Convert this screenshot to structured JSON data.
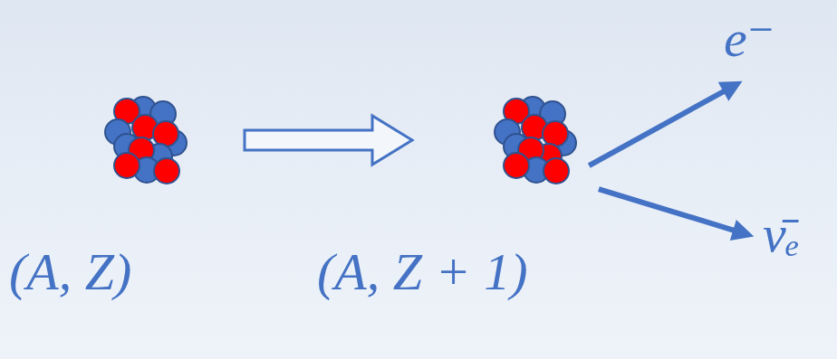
{
  "diagram": {
    "nodes": [
      {
        "text": [
          "(A, Z)"
        ]
      },
      {
        "text": [
          "(A, Z + 1)"
        ]
      },
      {
        "text": [
          "e⁻"
        ]
      },
      {
        "text": [
          "ν̄ₑ"
        ]
      }
    ],
    "edges": [
      {
        "from": 0,
        "to": 1,
        "arrow": "to"
      },
      {
        "from": 1,
        "to": 2,
        "arrow": "to"
      },
      {
        "from": 1,
        "to": 3,
        "arrow": "to"
      }
    ]
  }
}
